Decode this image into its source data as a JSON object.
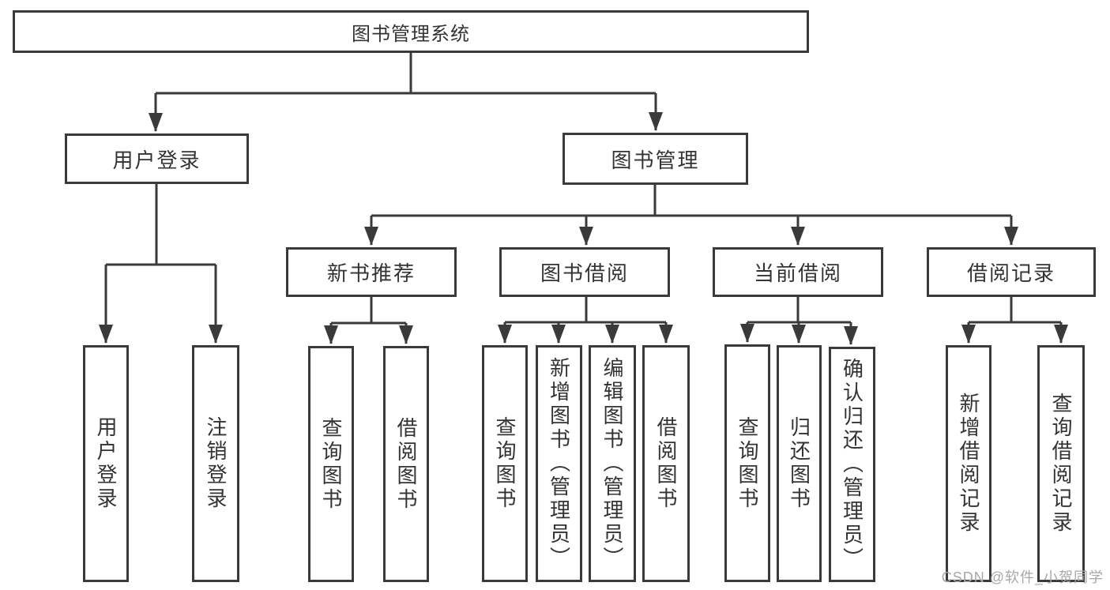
{
  "diagram": {
    "title": "图书管理系统",
    "watermark": "CSDN @软件_小贺同学",
    "colors": {
      "line": "#3a3a3a",
      "text": "#333333",
      "box_background": "#ffffff",
      "watermark": "#a8a8a8",
      "page_background": "#ffffff"
    },
    "nodes": {
      "root": {
        "label": "图书管理系统"
      },
      "user_login": {
        "label": "用户登录"
      },
      "book_mgmt": {
        "label": "图书管理"
      },
      "new_book_rec": {
        "label": "新书推荐"
      },
      "book_borrow": {
        "label": "图书借阅"
      },
      "current_borrow": {
        "label": "当前借阅"
      },
      "borrow_record": {
        "label": "借阅记录"
      },
      "leaf_user_login": {
        "label": "用户登录"
      },
      "leaf_logout": {
        "label": "注销登录"
      },
      "leaf_query_book_1": {
        "label": "查询图书"
      },
      "leaf_borrow_book_1": {
        "label": "借阅图书"
      },
      "leaf_query_book_2": {
        "label": "查询图书"
      },
      "leaf_add_book": {
        "label": "新增图书（管理员）"
      },
      "leaf_edit_book": {
        "label": "编辑图书（管理员）"
      },
      "leaf_borrow_book_2": {
        "label": "借阅图书"
      },
      "leaf_query_book_3": {
        "label": "查询图书"
      },
      "leaf_return_book": {
        "label": "归还图书"
      },
      "leaf_confirm_return": {
        "label": "确认归还（管理员）"
      },
      "leaf_add_record": {
        "label": "新增借阅记录"
      },
      "leaf_query_record": {
        "label": "查询借阅记录"
      }
    },
    "hierarchy": {
      "root": [
        "user_login",
        "book_mgmt"
      ],
      "user_login": [
        "leaf_user_login",
        "leaf_logout"
      ],
      "book_mgmt": [
        "new_book_rec",
        "book_borrow",
        "current_borrow",
        "borrow_record"
      ],
      "new_book_rec": [
        "leaf_query_book_1",
        "leaf_borrow_book_1"
      ],
      "book_borrow": [
        "leaf_query_book_2",
        "leaf_add_book",
        "leaf_edit_book",
        "leaf_borrow_book_2"
      ],
      "current_borrow": [
        "leaf_query_book_3",
        "leaf_return_book",
        "leaf_confirm_return"
      ],
      "borrow_record": [
        "leaf_add_record",
        "leaf_query_record"
      ]
    }
  }
}
